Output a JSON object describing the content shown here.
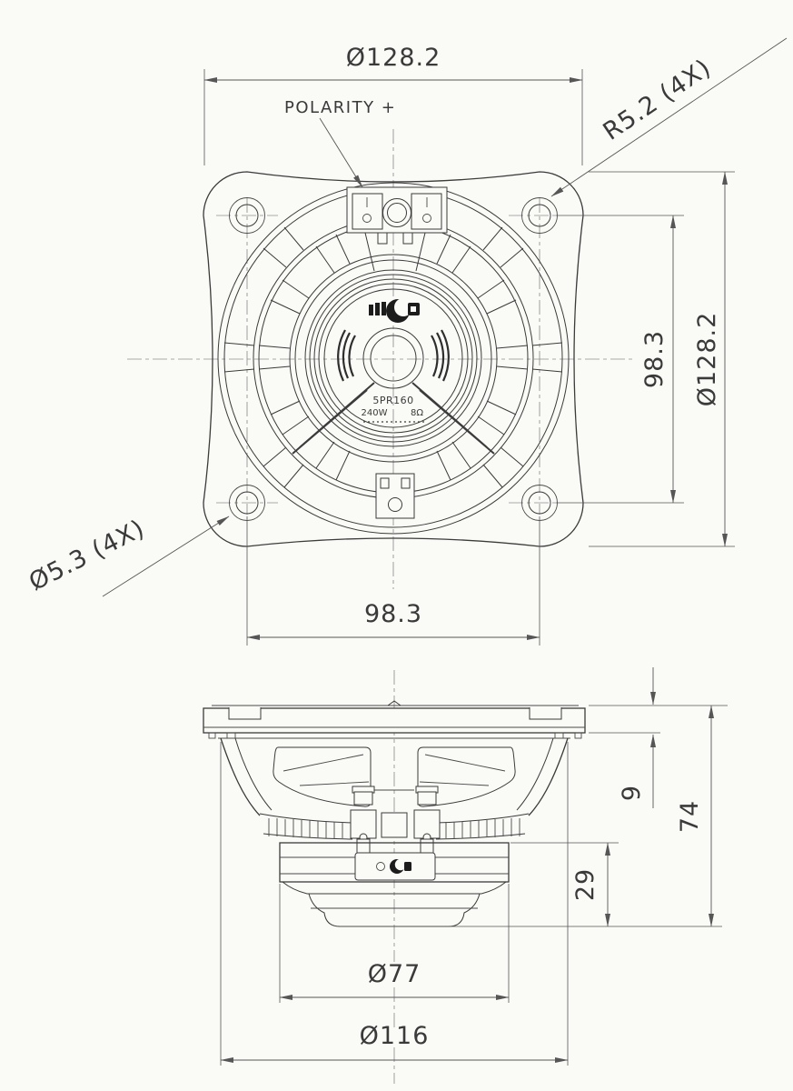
{
  "drawing_type": "loudspeaker engineering dimension drawing",
  "front_view": {
    "dims": {
      "overall_width": "Ø128.2",
      "overall_height": "Ø128.2",
      "bolt_spacing_horizontal": "98.3",
      "bolt_spacing_vertical": "98.3",
      "corner_radius": "R5.2 (4X)",
      "mounting_hole_diameter": "Ø5.3 (4X)",
      "polarity_label": "POLARITY +"
    },
    "cone_label": {
      "model": "5PR160",
      "power": "240W",
      "impedance": "8Ω"
    }
  },
  "side_view": {
    "dims": {
      "flange_thickness": "9",
      "overall_depth": "74",
      "magnet_stack_height": "29",
      "magnet_diameter": "Ø77",
      "basket_diameter": "Ø116"
    }
  },
  "icons": {
    "brand_logo": "speaker-brand-logo",
    "rear_label_logo": "speaker-brand-logo-small"
  },
  "colors": {
    "background": "#fafaf7",
    "outline": "#3b3b3b",
    "dimension": "#565656",
    "centerline": "#8f8f8f",
    "text": "#3a3a3a",
    "logo_fill": "#1c1c1c"
  }
}
